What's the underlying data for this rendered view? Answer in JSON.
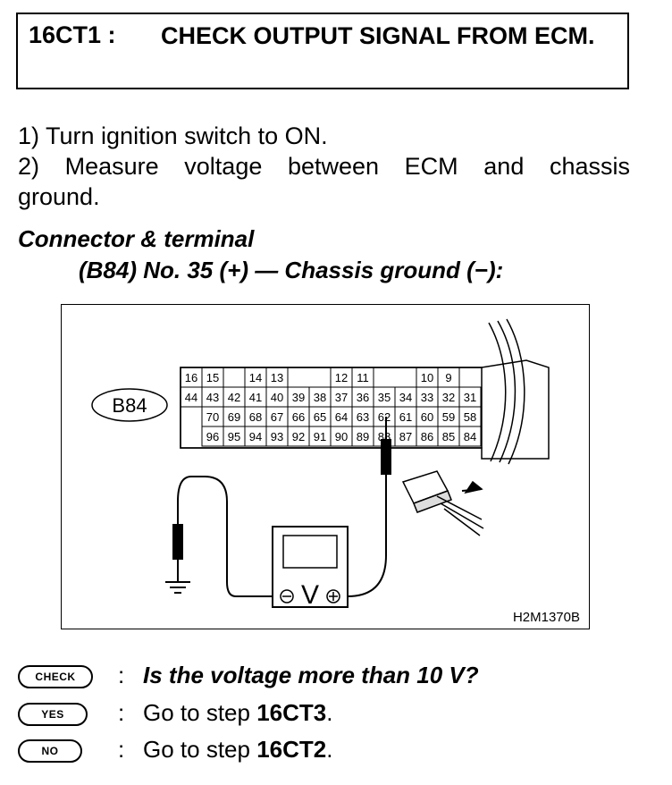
{
  "step": {
    "code": "16CT1 :",
    "title": "CHECK OUTPUT SIGNAL FROM ECM."
  },
  "instructions": [
    "1)  Turn ignition switch to ON.",
    "2)  Measure voltage between ECM and chassis",
    "ground."
  ],
  "connector": {
    "heading": "Connector & terminal",
    "spec": "(B84) No. 35 (+) — Chassis ground (−):"
  },
  "diagram": {
    "connector_label": "B84",
    "figure_id": "H2M1370B",
    "meter_symbol": "V",
    "row1_pins": [
      "16",
      "15",
      "14",
      "13",
      "12",
      "11",
      "10",
      "9"
    ],
    "row2_pins": [
      "44",
      "43",
      "42",
      "41",
      "40",
      "39",
      "38",
      "37",
      "36",
      "35",
      "34",
      "33",
      "32",
      "31"
    ],
    "row3_pins": [
      "70",
      "69",
      "68",
      "67",
      "66",
      "65",
      "64",
      "63",
      "62",
      "61",
      "60",
      "59",
      "58"
    ],
    "row4_pins": [
      "96",
      "95",
      "94",
      "93",
      "92",
      "91",
      "90",
      "89",
      "88",
      "87",
      "86",
      "85",
      "84"
    ]
  },
  "check": {
    "badge": "CHECK",
    "question": "Is the voltage more than 10 V?"
  },
  "yes": {
    "badge": "YES",
    "prefix": "Go to step ",
    "target": "16CT3",
    "suffix": "."
  },
  "no": {
    "badge": "NO",
    "prefix": "Go to step ",
    "target": "16CT2",
    "suffix": "."
  }
}
